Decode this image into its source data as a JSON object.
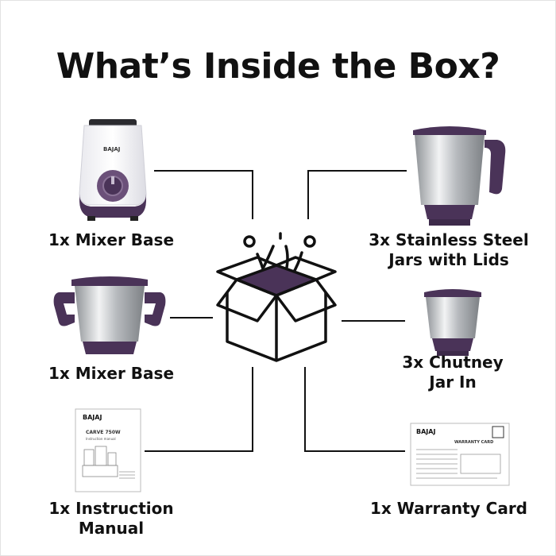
{
  "title": "What’s Inside the Box?",
  "items": [
    {
      "label": "1x Mixer Base"
    },
    {
      "label": "3x Stainless Steel Jars with Lids",
      "lines": [
        "3x Stainless Steel",
        "Jars with Lids"
      ]
    },
    {
      "label": "1x Mixer Base"
    },
    {
      "label": "3x Chutney Jar In",
      "lines": [
        "3x Chutney",
        "Jar In"
      ]
    },
    {
      "label": "1x Instruction Manual",
      "lines": [
        "1x Instruction",
        "Manual"
      ]
    },
    {
      "label": "1x Warranty Card"
    }
  ],
  "brand": "BAJAJ",
  "manual": {
    "model": "CARVE 750W",
    "subtitle": "Instruction manual"
  },
  "warranty": {
    "heading": "WARRANTY CARD"
  },
  "colors": {
    "accent": "#4a3358",
    "accent_light": "#6b5079",
    "steel": "#c9ccd0",
    "text": "#111111"
  },
  "icons": [
    "open-box-icon",
    "mixer-base-icon",
    "steel-jar-icon",
    "chutney-jar-icon",
    "manual-icon",
    "warranty-card-icon"
  ]
}
